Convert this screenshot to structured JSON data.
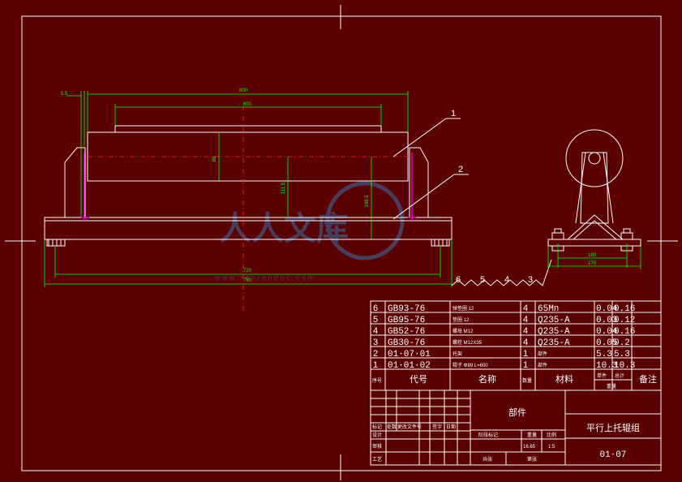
{
  "drawing": {
    "leaders": [
      "1",
      "2"
    ],
    "dimensions": {
      "d_5_5": "5.5",
      "d_800": "800",
      "d_600": "600",
      "d_89": "89",
      "d_111_5": "111.5",
      "d_198_5": "198.5",
      "d_720": "720",
      "d_780": "780",
      "d_180": "180",
      "d_170": "170"
    },
    "section_marks": [
      "6",
      "5",
      "4",
      "3"
    ],
    "watermark": {
      "text": "人人文库",
      "url": "w w w . r e n r e n d o c . c o m"
    }
  },
  "parts_list": {
    "rows": [
      {
        "no": "6",
        "code": "GB93-76",
        "name": "弹垫圈 12",
        "qty": "4",
        "material": "65Mn",
        "unit": "0.04",
        "total": "0.16"
      },
      {
        "no": "5",
        "code": "GB95-76",
        "name": "垫圈 12",
        "qty": "4",
        "material": "Q235-A",
        "unit": "0.03",
        "total": "0.12"
      },
      {
        "no": "4",
        "code": "GB52-76",
        "name": "螺母 M12",
        "qty": "4",
        "material": "Q235-A",
        "unit": "0.04",
        "total": "0.16"
      },
      {
        "no": "3",
        "code": "GB30-76",
        "name": "螺栓 M12X35",
        "qty": "4",
        "material": "Q235-A",
        "unit": "0.05",
        "total": "0.2"
      },
      {
        "no": "2",
        "code": "01·07·01",
        "name": "托架",
        "qty": "1",
        "material": "部件",
        "unit": "5.3",
        "total": "5.3"
      },
      {
        "no": "1",
        "code": "01·01·02",
        "name": "辊子 Φ89 L=600",
        "qty": "1",
        "material": "部件",
        "unit": "10.3",
        "total": "10.3"
      }
    ],
    "headers": {
      "no": "序号",
      "code": "代号",
      "name": "名称",
      "qty": "数量",
      "material": "材料",
      "unit": "单件",
      "total": "总计",
      "weight": "重量",
      "remark": "备注"
    }
  },
  "title_block": {
    "component": "部件",
    "title": "平行上托辊组",
    "drawing_no": "01·07",
    "rev_labels": [
      "标记",
      "处数",
      "更改文件号",
      "签字",
      "日期"
    ],
    "sign_labels": [
      "设计",
      "审核",
      "工艺"
    ],
    "stage_labels": [
      "阶段标记",
      "重量",
      "比例"
    ],
    "weight_value": "16.65",
    "scale_value": "1:5",
    "sheet_labels": [
      "共张",
      "第张"
    ]
  }
}
